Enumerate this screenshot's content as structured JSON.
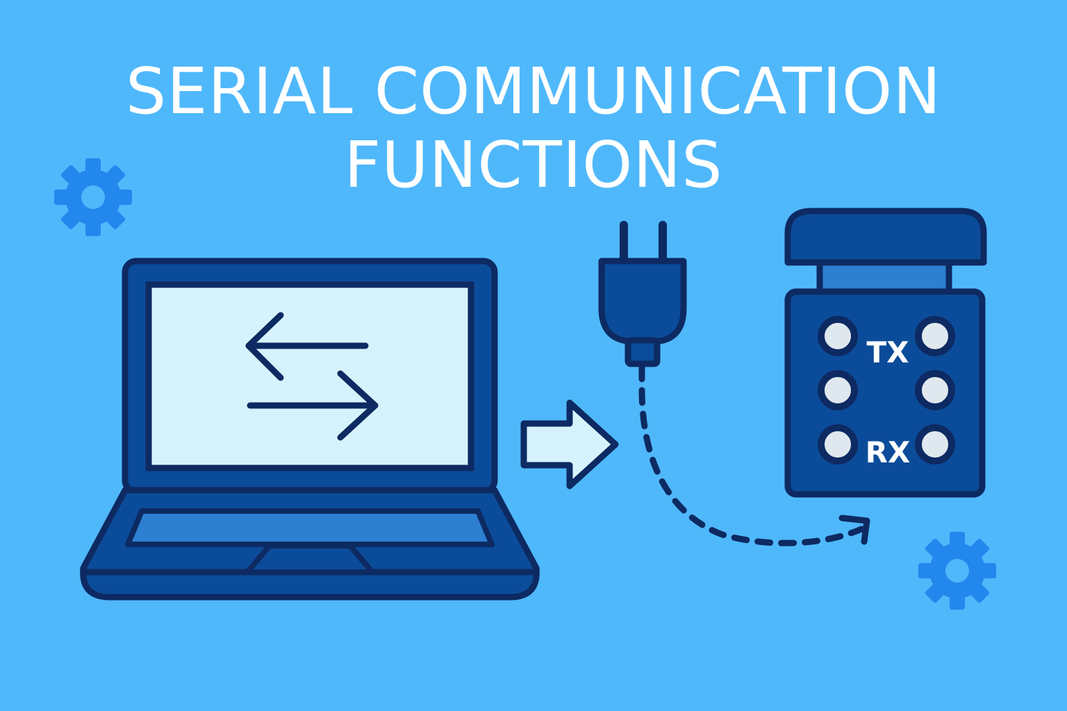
{
  "title": {
    "line1": "SERIAL COMMUNICATION",
    "line2": "FUNCTIONS"
  },
  "module": {
    "tx_label": "TX",
    "rx_label": "RX"
  },
  "icons": {
    "gear": "gear-icon",
    "laptop": "laptop-icon",
    "plug": "plug-icon",
    "module": "serial-module-icon",
    "exchange": "bidirectional-arrows-icon",
    "arrow": "right-arrow-icon"
  },
  "colors": {
    "background": "#4fb8fb",
    "outline": "#0d2a62",
    "body": "#0b4c9a",
    "accent": "#2d7fd0",
    "screen": "#d6f3fd",
    "gear": "#2288ee",
    "pin": "#dfe8ee",
    "text": "#ffffff"
  }
}
